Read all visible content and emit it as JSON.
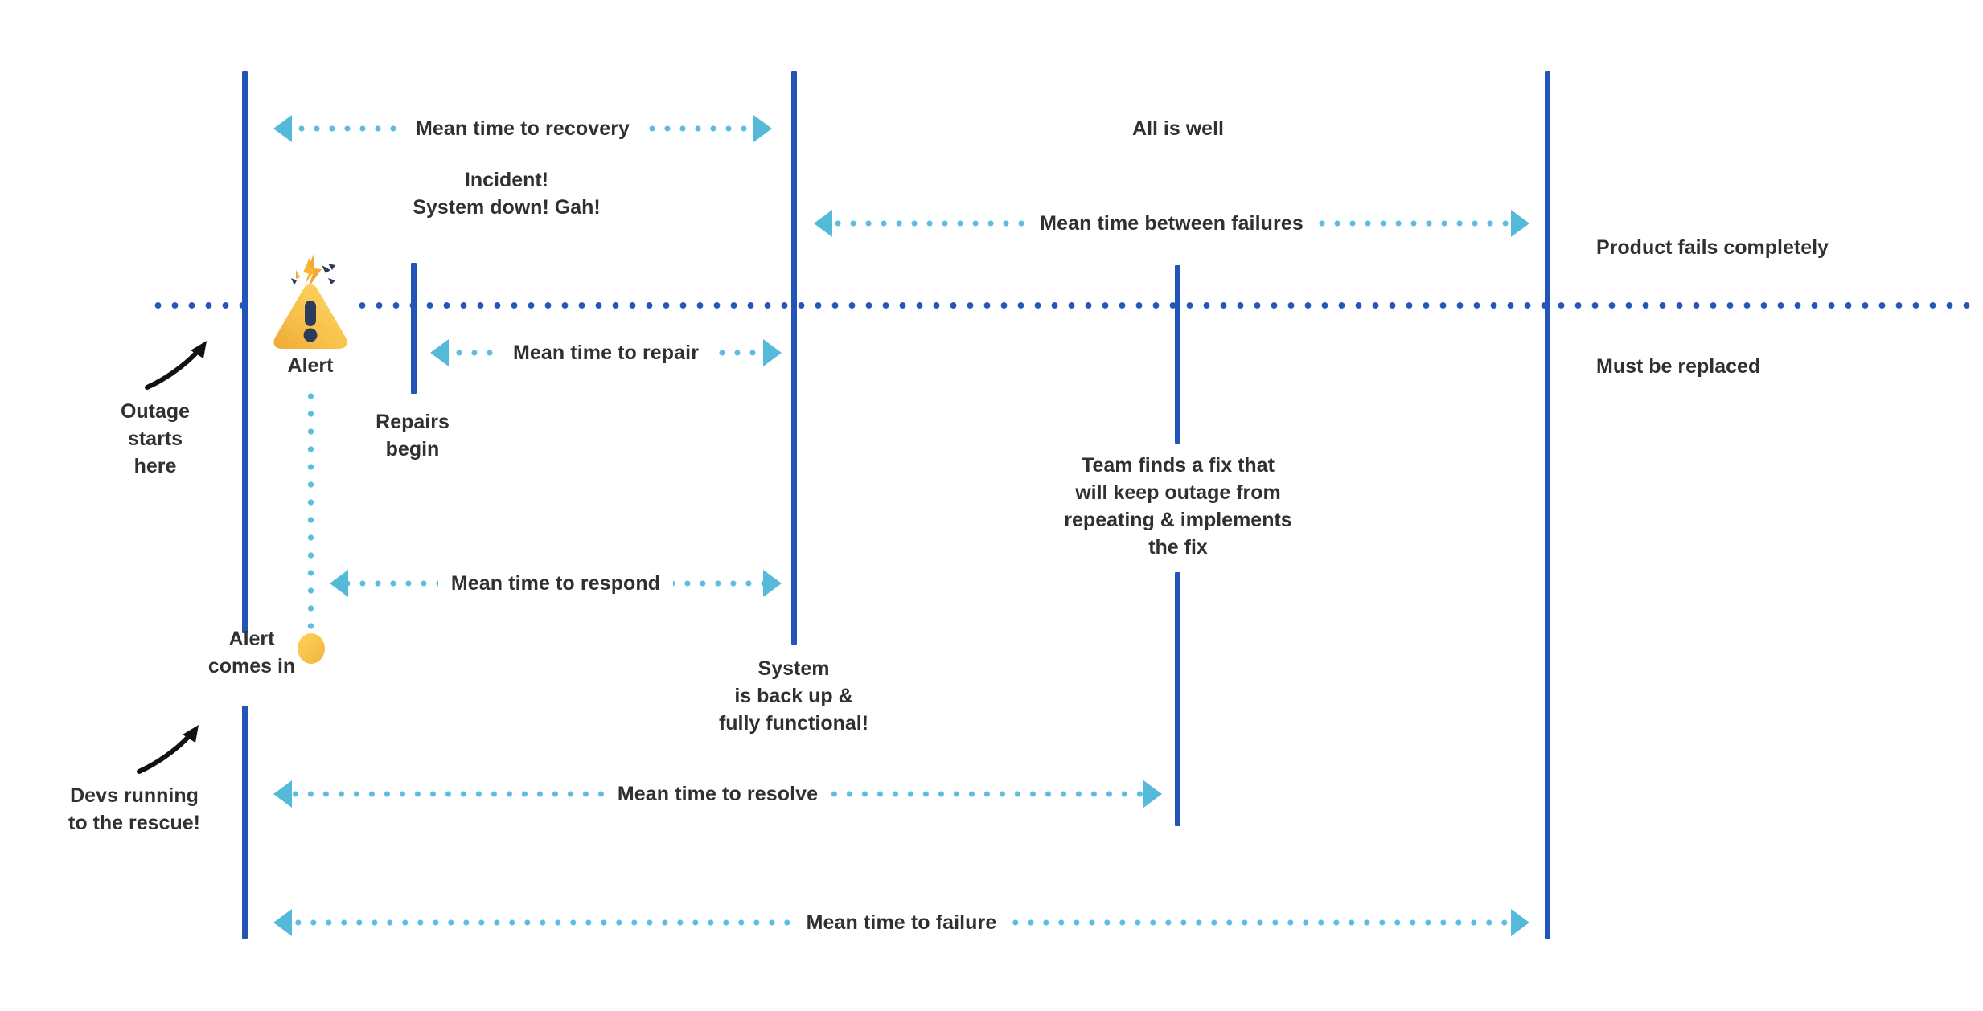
{
  "diagram": {
    "title": "Incident response timeline: mean time metrics",
    "colors": {
      "event_line": "#2255b5",
      "timeline_dots": "#2457b8",
      "measure_arrow": "#55bada",
      "measure_dots": "#5cbde0",
      "alert_yellow": "#f8c24b",
      "text": "#2f3032",
      "background": "#ffffff"
    },
    "measures": [
      {
        "id": "mttrecovery",
        "label": "Mean time to recovery",
        "heads": "both",
        "from": "outage-start",
        "to": "system-back-up"
      },
      {
        "id": "mtbf",
        "label": "Mean time between failures",
        "heads": "both",
        "from": "system-back-up",
        "to": "product-fails"
      },
      {
        "id": "mttrepair",
        "label": "Mean time to repair",
        "heads": "both",
        "from": "repairs-begin",
        "to": "system-back-up"
      },
      {
        "id": "mttrespond",
        "label": "Mean time to respond",
        "heads": "both",
        "from": "alert-comes-in",
        "to": "system-back-up"
      },
      {
        "id": "mttresolve",
        "label": "Mean time to resolve",
        "heads": "both",
        "from": "outage-start",
        "to": "fix-implemented"
      },
      {
        "id": "mttf",
        "label": "Mean time to failure",
        "heads": "both",
        "from": "outage-start",
        "to": "product-fails"
      }
    ],
    "events": [
      {
        "id": "outage-start",
        "caption": "Outage\nstarts\nhere"
      },
      {
        "id": "alert",
        "caption": "Alert"
      },
      {
        "id": "incident",
        "caption": "Incident!\nSystem down! Gah!"
      },
      {
        "id": "repairs-begin",
        "caption": "Repairs\nbegin"
      },
      {
        "id": "alert-comes-in",
        "caption": "Alert\ncomes in"
      },
      {
        "id": "devs-running",
        "caption": "Devs running\nto the rescue!"
      },
      {
        "id": "system-back-up",
        "caption": "System\nis back up &\nfully functional!"
      },
      {
        "id": "all-is-well",
        "caption": "All is well"
      },
      {
        "id": "fix-implemented",
        "caption": "Team finds a fix that\nwill keep outage from\nrepeating & implements\nthe fix"
      },
      {
        "id": "product-fails",
        "caption": "Product fails completely"
      },
      {
        "id": "must-replace",
        "caption": "Must be replaced"
      }
    ],
    "notes": {
      "outage_starts_here": "Outage\nstarts\nhere",
      "alert": "Alert",
      "incident": "Incident!\nSystem down! Gah!",
      "repairs_begin": "Repairs\nbegin",
      "alert_comes_in": "Alert\ncomes in",
      "devs_running": "Devs running\nto the rescue!",
      "system_back_up": "System\nis back up &\nfully functional!",
      "all_is_well": "All is well",
      "team_finds_fix": "Team finds a fix that\nwill keep outage from\nrepeating & implements\nthe fix",
      "product_fails": "Product fails completely",
      "must_be_replaced": "Must be replaced"
    },
    "measure_labels": {
      "recovery": "Mean time to recovery",
      "between_failures": "Mean time between failures",
      "repair": "Mean time to repair",
      "respond": "Mean time to respond",
      "resolve": "Mean time to resolve",
      "failure": "Mean time to failure"
    }
  }
}
